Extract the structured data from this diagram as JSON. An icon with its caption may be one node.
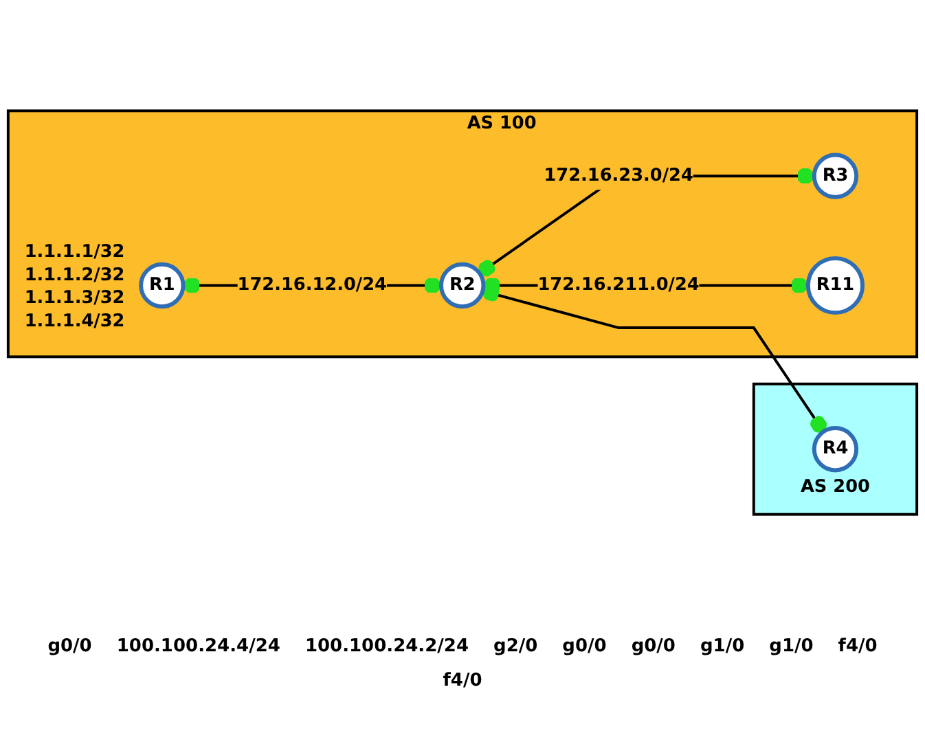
{
  "diagram": {
    "nodes": [
      {
        "text": [
          "AS 200"
        ]
      },
      {
        "text": [
          "R4"
        ],
        "in": 0
      },
      {
        "text": [
          "AS 100"
        ]
      },
      {
        "text": [
          "R1"
        ],
        "in": 2,
        "beside": [
          "1.1.1.1/32",
          "1.1.1.2/32",
          "1.1.1.3/32",
          "1.1.1.4/32"
        ]
      },
      {
        "text": [
          "R2"
        ],
        "in": 2
      },
      {
        "text": [
          "R3"
        ],
        "in": 2
      },
      {
        "text": [
          "R11"
        ],
        "in": 2
      }
    ],
    "edges": [
      {
        "from": 4,
        "to": 1,
        "arrow": "other"
      },
      {
        "from": 3,
        "to": 4,
        "arrow": "other",
        "label": "172.16.12.0/24"
      },
      {
        "from": 4,
        "to": 5,
        "arrow": "other",
        "label": "172.16.23.0/24"
      },
      {
        "from": 4,
        "to": 6,
        "arrow": "other",
        "label": "172.16.211.0/24"
      }
    ],
    "labels": [
      "g0/0",
      "100.100.24.4/24",
      "100.100.24.2/24",
      "g2/0",
      "g0/0",
      "g0/0",
      "g1/0",
      "g1/0",
      "f4/0",
      "f4/0"
    ]
  }
}
